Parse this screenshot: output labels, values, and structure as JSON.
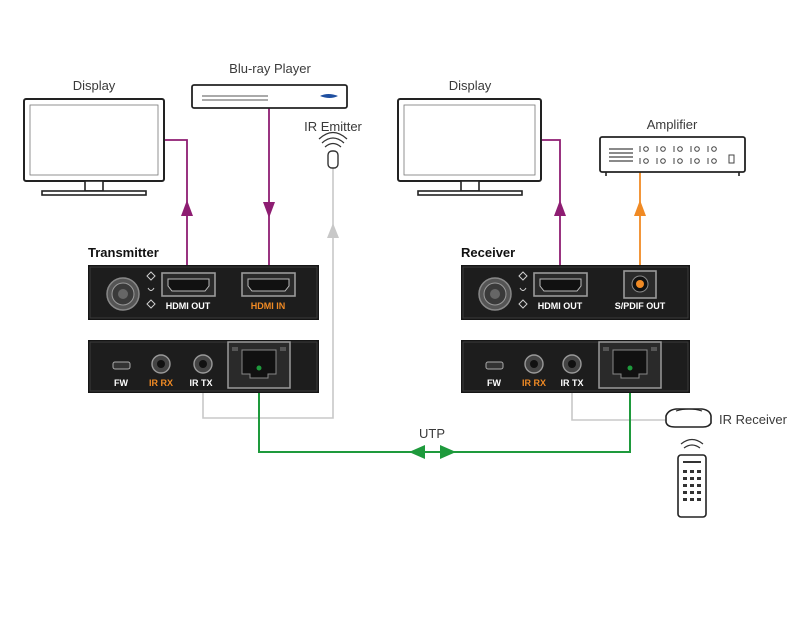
{
  "devices": {
    "display_left": "Display",
    "bluray": "Blu-ray Player",
    "ir_emitter": "IR Emitter",
    "display_right": "Display",
    "amplifier": "Amplifier",
    "ir_receiver": "IR Receiver",
    "utp": "UTP"
  },
  "transmitter": {
    "title": "Transmitter",
    "hdmi_out": "HDMI OUT",
    "hdmi_in": "HDMI IN",
    "fw": "FW",
    "ir_rx": "IR RX",
    "ir_tx": "IR TX"
  },
  "receiver": {
    "title": "Receiver",
    "hdmi_out": "HDMI OUT",
    "spdif_out": "S/PDIF OUT",
    "fw": "FW",
    "ir_rx": "IR RX",
    "ir_tx": "IR TX"
  },
  "colors": {
    "hdmi": "#8e1d72",
    "audio": "#f08a24",
    "utp": "#1e9a3c",
    "ir": "#c8c8c8",
    "accent_label": "#f08a24"
  }
}
